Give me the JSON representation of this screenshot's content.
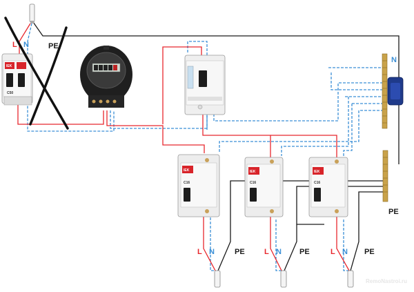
{
  "labels": {
    "top_L": "L",
    "top_N": "N",
    "top_PE": "PE",
    "n_bus": "N",
    "pe_bus": "PE",
    "group1": {
      "L": "L",
      "N": "N",
      "PE": "PE"
    },
    "group2": {
      "L": "L",
      "N": "N",
      "PE": "PE"
    },
    "group3": {
      "L": "L",
      "N": "N",
      "PE": "PE"
    }
  },
  "devices": {
    "main_breaker": {
      "brand": "IEK",
      "rating": "C50"
    },
    "branch_breakers": [
      {
        "brand": "IEK",
        "rating": "C16"
      },
      {
        "brand": "IEK",
        "rating": "C16"
      },
      {
        "brand": "IEK",
        "rating": "C16"
      }
    ]
  },
  "watermark": "RemoNastroi.ru",
  "colors": {
    "phase": "#e8262c",
    "neutral": "#3b8fd6",
    "earth": "#1a1a1a",
    "cross": "#111111"
  }
}
